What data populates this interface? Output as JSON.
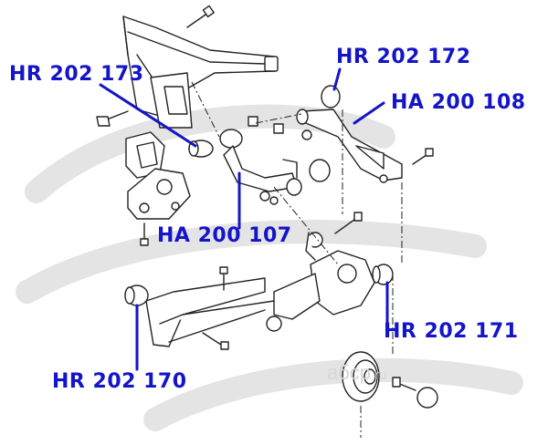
{
  "labels": {
    "hr_202_173": "HR 202 173",
    "hr_202_172": "HR 202 172",
    "ha_200_108": "HA 200 108",
    "ha_200_107": "HA 200 107",
    "hr_202_171": "HR 202 171",
    "hr_202_170": "HR 202 170"
  },
  "watermark": {
    "name": "абср",
    "tld": ".ru"
  },
  "colors": {
    "label": "#1414c8",
    "lines": "#222222",
    "watermark": "#d6d6d6"
  }
}
